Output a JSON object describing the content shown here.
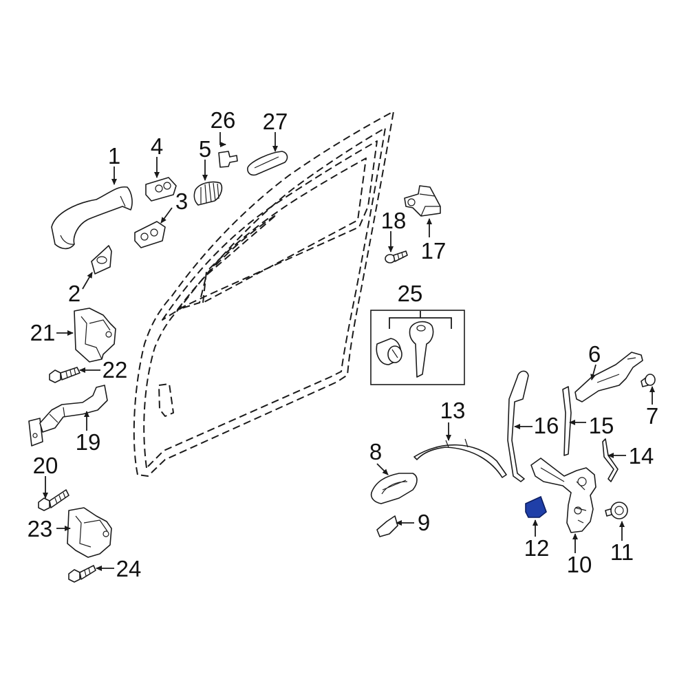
{
  "diagram": {
    "highlight_color": "#1f3fa8",
    "highlighted_part": "12",
    "callouts": [
      {
        "id": "c1",
        "label": "1"
      },
      {
        "id": "c2",
        "label": "2"
      },
      {
        "id": "c3",
        "label": "3"
      },
      {
        "id": "c4",
        "label": "4"
      },
      {
        "id": "c5",
        "label": "5"
      },
      {
        "id": "c6",
        "label": "6"
      },
      {
        "id": "c7",
        "label": "7"
      },
      {
        "id": "c8",
        "label": "8"
      },
      {
        "id": "c9",
        "label": "9"
      },
      {
        "id": "c10",
        "label": "10"
      },
      {
        "id": "c11",
        "label": "11"
      },
      {
        "id": "c12",
        "label": "12"
      },
      {
        "id": "c13",
        "label": "13"
      },
      {
        "id": "c14",
        "label": "14"
      },
      {
        "id": "c15",
        "label": "15"
      },
      {
        "id": "c16",
        "label": "16"
      },
      {
        "id": "c17",
        "label": "17"
      },
      {
        "id": "c18",
        "label": "18"
      },
      {
        "id": "c19",
        "label": "19"
      },
      {
        "id": "c20",
        "label": "20"
      },
      {
        "id": "c21",
        "label": "21"
      },
      {
        "id": "c22",
        "label": "22"
      },
      {
        "id": "c23",
        "label": "23"
      },
      {
        "id": "c24",
        "label": "24"
      },
      {
        "id": "c25",
        "label": "25"
      },
      {
        "id": "c26",
        "label": "26"
      },
      {
        "id": "c27",
        "label": "27"
      }
    ]
  }
}
